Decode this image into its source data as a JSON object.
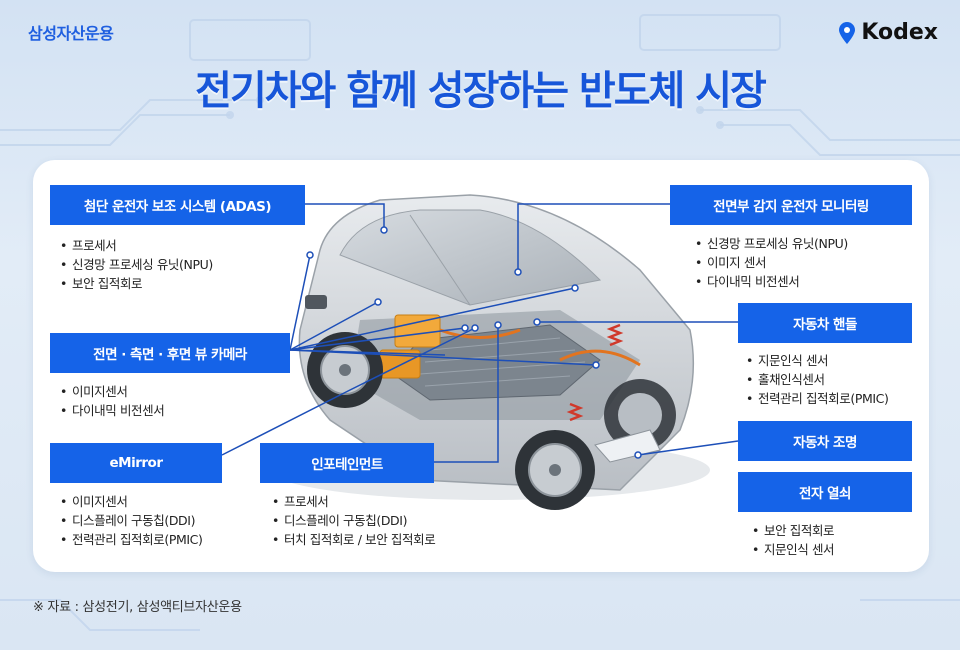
{
  "header": {
    "brand": "삼성자산운용",
    "logo_text": "Kodex",
    "title": "전기차와 함께 성장하는 반도체 시장"
  },
  "colors": {
    "accent": "#1563e8",
    "title": "#1756d9",
    "background": "#dae6f3"
  },
  "sections": {
    "adas": {
      "label": "첨단 운전자 보조 시스템 (ADAS)",
      "items": [
        "프로세서",
        "신경망 프로세싱 유닛(NPU)",
        "보안 집적회로"
      ]
    },
    "camera": {
      "label": "전면 · 측면 · 후면 뷰 카메라",
      "items": [
        "이미지센서",
        "다이내믹 비전센서"
      ]
    },
    "emirror": {
      "label": "eMirror",
      "items": [
        "이미지센서",
        "디스플레이 구동칩(DDI)",
        "전력관리 집적회로(PMIC)"
      ]
    },
    "infotainment": {
      "label": "인포테인먼트",
      "items": [
        "프로세서",
        "디스플레이 구동칩(DDI)",
        "터치 집적회로 / 보안 집적회로"
      ]
    },
    "dms": {
      "label": "전면부 감지 운전자 모니터링",
      "items": [
        "신경망 프로세싱 유닛(NPU)",
        "이미지 센서",
        "다이내믹 비전센서"
      ]
    },
    "handle": {
      "label": "자동차 핸들",
      "items": [
        "지문인식 센서",
        "홀채인식센서",
        "전력관리 집적회로(PMIC)"
      ]
    },
    "lighting": {
      "label": "자동차 조명"
    },
    "key": {
      "label": "전자 열쇠",
      "items": [
        "보안 집적회로",
        "지문인식 센서"
      ]
    }
  },
  "footer": {
    "source": "※ 자료 : 삼성전기, 삼성액티브자산운용"
  }
}
